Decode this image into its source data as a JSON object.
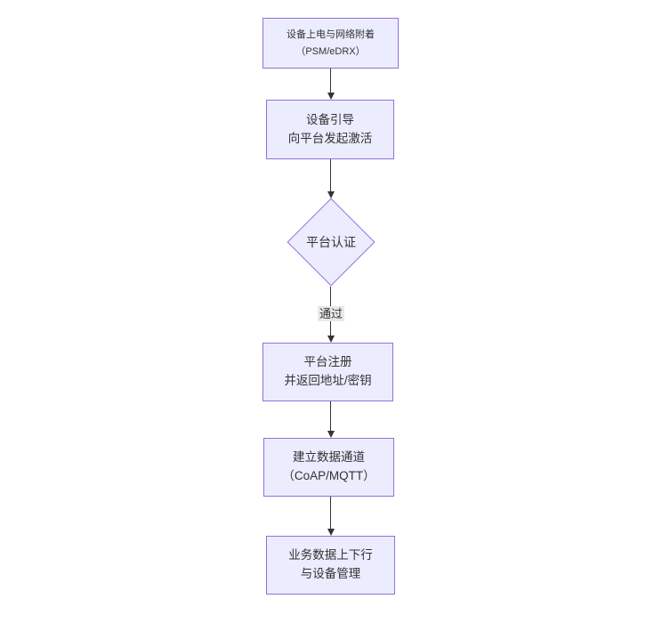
{
  "diagram": {
    "type": "flowchart",
    "direction": "top-down",
    "nodes": [
      {
        "id": "A",
        "shape": "rect",
        "lines": [
          "设备上电与网络附着",
          "（PSM/eDRX）"
        ]
      },
      {
        "id": "B",
        "shape": "rect",
        "lines": [
          "设备引导",
          "向平台发起激活"
        ]
      },
      {
        "id": "C",
        "shape": "diamond",
        "lines": [
          "平台认证"
        ]
      },
      {
        "id": "D",
        "shape": "rect",
        "lines": [
          "平台注册",
          "并返回地址/密钥"
        ]
      },
      {
        "id": "E",
        "shape": "rect",
        "lines": [
          "建立数据通道",
          "（CoAP/MQTT）"
        ]
      },
      {
        "id": "F",
        "shape": "rect",
        "lines": [
          "业务数据上下行",
          "与设备管理"
        ]
      }
    ],
    "edges": [
      {
        "from": "A",
        "to": "B",
        "label": ""
      },
      {
        "from": "B",
        "to": "C",
        "label": ""
      },
      {
        "from": "C",
        "to": "D",
        "label": "通过"
      },
      {
        "from": "D",
        "to": "E",
        "label": ""
      },
      {
        "from": "E",
        "to": "F",
        "label": ""
      }
    ],
    "colors": {
      "background": "#ffffff",
      "node_fill": "#ECECFF",
      "node_border": "#9370DB",
      "text": "#333333",
      "edge": "#333333",
      "edge_label_bg": "#e8e8e8"
    }
  }
}
